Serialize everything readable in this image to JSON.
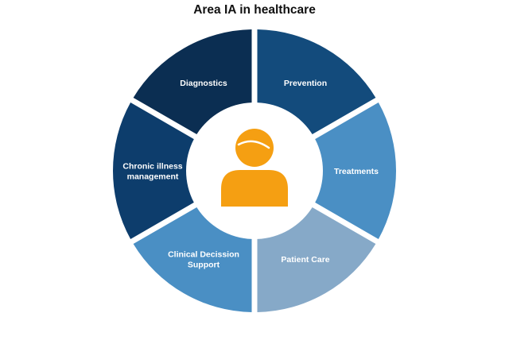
{
  "title": "Area IA in healthcare",
  "segments": [
    {
      "lines": [
        "Prevention"
      ],
      "color": "#134b7c"
    },
    {
      "lines": [
        "Treatments"
      ],
      "color": "#4a8fc4"
    },
    {
      "lines": [
        "Patient Care"
      ],
      "color": "#86a9c8"
    },
    {
      "lines": [
        "Clinical Decission",
        "Support"
      ],
      "color": "#4a8fc4"
    },
    {
      "lines": [
        "Chronic illness",
        "management"
      ],
      "color": "#0d3d6c"
    },
    {
      "lines": [
        "Diagnostics"
      ],
      "color": "#0b2e52"
    }
  ],
  "center_icon": {
    "name": "person-icon",
    "color": "#f59f12"
  },
  "center_color": "#ffffff"
}
